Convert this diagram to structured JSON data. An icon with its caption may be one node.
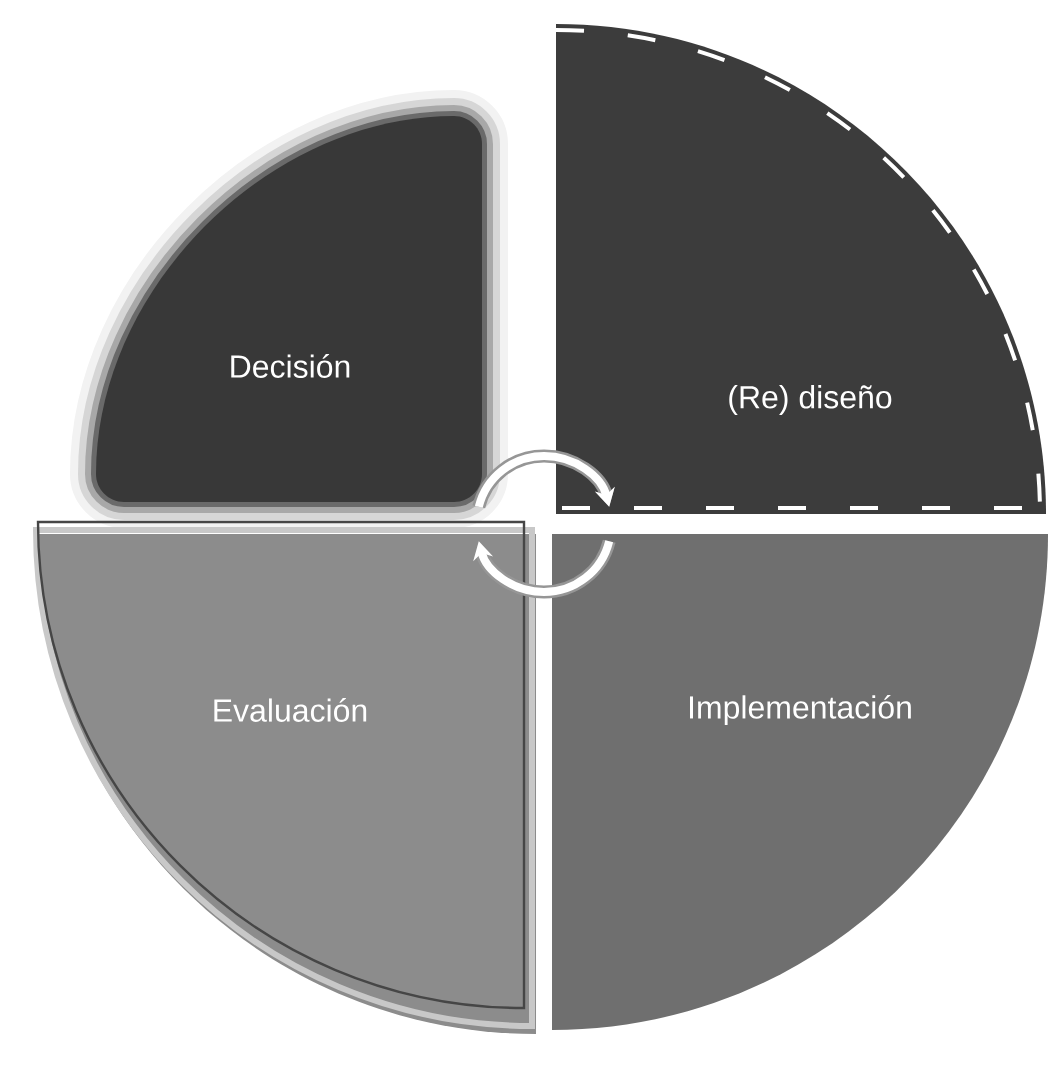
{
  "diagram": {
    "nodes": [
      {
        "text": [
          "Decisión"
        ]
      },
      {
        "text": [
          "(Re) diseño"
        ]
      },
      {
        "text": [
          "Evaluación"
        ]
      },
      {
        "text": [
          "Implementación"
        ]
      }
    ],
    "edges": [
      {
        "from": 0,
        "to": 1,
        "arrow": "to"
      },
      {
        "from": 3,
        "to": 2,
        "arrow": "to"
      }
    ]
  }
}
